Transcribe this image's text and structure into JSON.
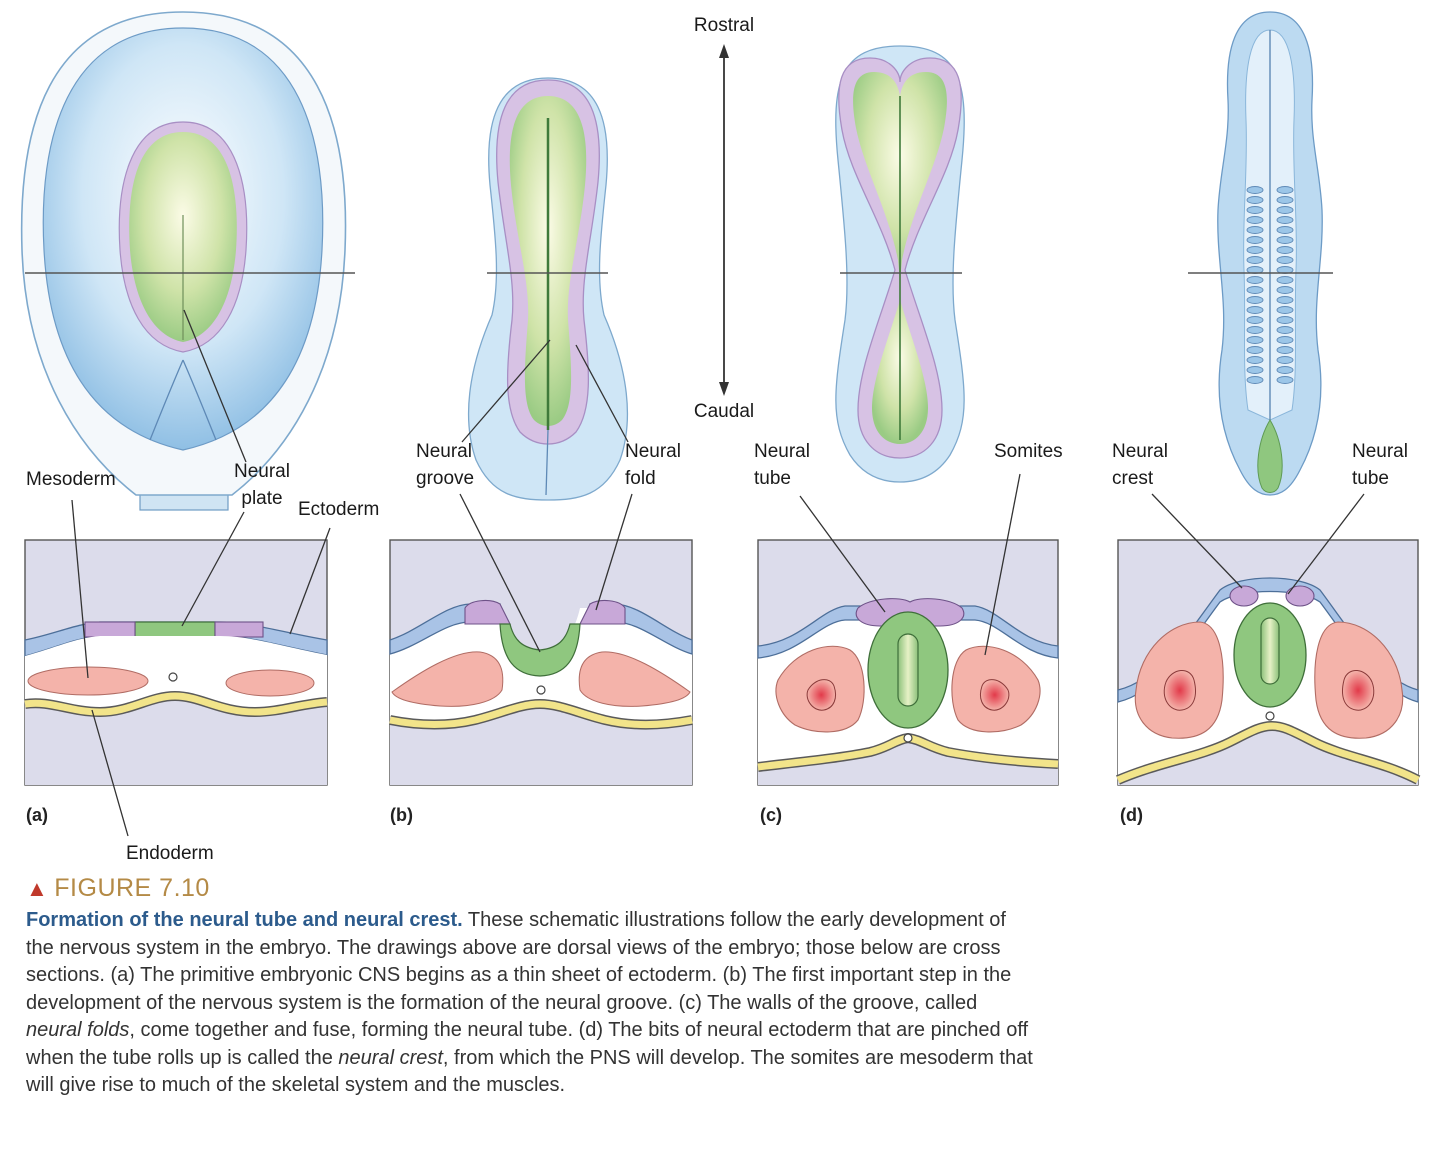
{
  "orientation": {
    "top": "Rostral",
    "bottom": "Caudal"
  },
  "labels": {
    "mesoderm": "Mesoderm",
    "neural_plate": "Neural\nplate",
    "ectoderm": "Ectoderm",
    "endoderm": "Endoderm",
    "neural_groove": "Neural\ngroove",
    "neural_fold": "Neural\nfold",
    "neural_tube_c": "Neural\ntube",
    "somites": "Somites",
    "neural_crest": "Neural\ncrest",
    "neural_tube_d": "Neural\ntube"
  },
  "panels": [
    "(a)",
    "(b)",
    "(c)",
    "(d)"
  ],
  "figure": {
    "number": "FIGURE 7.10",
    "title": "Formation of the neural tube and neural crest.",
    "body_1": " These schematic illustrations follow the early development of the nervous system in the embryo. The drawings above are dorsal views of the embryo; those below are cross sections. (a) The primitive embryonic CNS begins as a thin sheet of ectoderm. (b) The first important step in the development of the nervous system is the formation of the neural groove. (c) The walls of the groove, called ",
    "italic_1": "neural folds",
    "body_2": ", come together and fuse, forming the neural tube. (d) The bits of neural ectoderm that are pinched off when the tube rolls up is called the ",
    "italic_2": "neural crest",
    "body_3": ", from which the PNS will develop. The somites are mesoderm that will give rise to much of the skeletal system and the muscles."
  },
  "colors": {
    "ectoderm": "#a9c3e6",
    "neural": "#8fc77f",
    "neural_crest": "#c8a8d8",
    "mesoderm": "#f4b3aa",
    "endoderm": "#f2e48a",
    "panel_bg": "#dcdceb",
    "embryo_blue": "#bfdcf3"
  }
}
